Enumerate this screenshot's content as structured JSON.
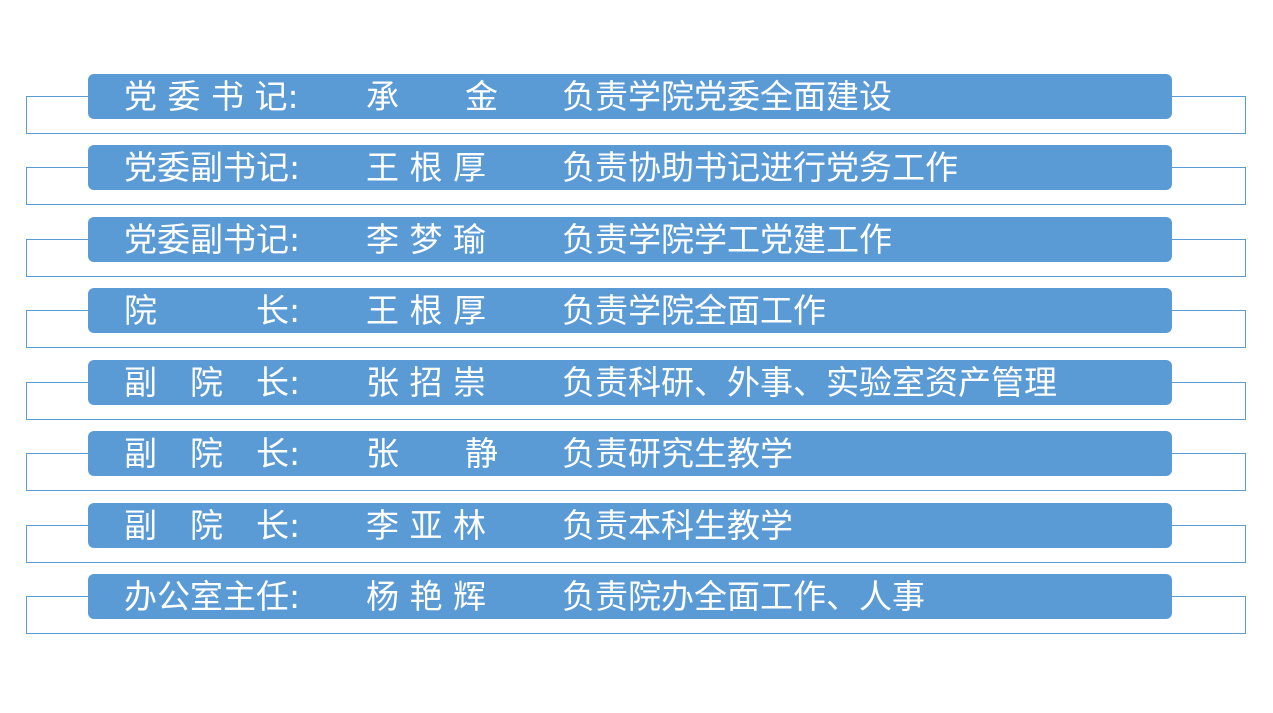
{
  "rows": [
    {
      "role": "党 委 书 记:",
      "name": "承　　金",
      "duty": "负责学院党委全面建设"
    },
    {
      "role": "党委副书记:",
      "name": "王 根 厚",
      "duty": "负责协助书记进行党务工作"
    },
    {
      "role": "党委副书记:",
      "name": "李 梦 瑜",
      "duty": "负责学院学工党建工作"
    },
    {
      "role": "院　　　长:",
      "name": "王 根 厚",
      "duty": "负责学院全面工作"
    },
    {
      "role": "副　院　长:",
      "name": "张 招 崇",
      "duty": "负责科研、外事、实验室资产管理"
    },
    {
      "role": "副　院　长:",
      "name": "张　　静",
      "duty": "负责研究生教学"
    },
    {
      "role": "副　院　长:",
      "name": "李 亚 林",
      "duty": "负责本科生教学"
    },
    {
      "role": "办公室主任:",
      "name": "杨 艳 辉",
      "duty": "负责院办全面工作、人事"
    }
  ],
  "colors": {
    "bar": "#5b9bd5",
    "text": "#ffffff",
    "frame_border": "#5b9bd5"
  }
}
